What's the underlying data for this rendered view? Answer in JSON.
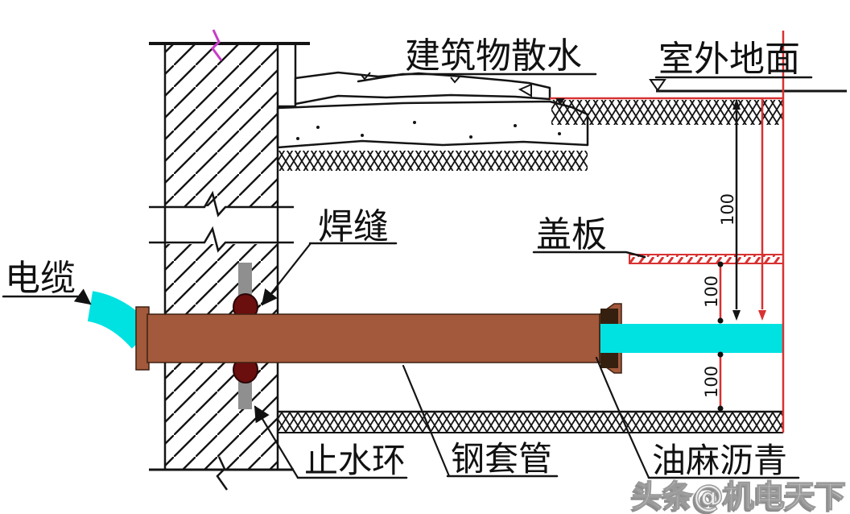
{
  "diagram": {
    "title_labels": {
      "apron": "建筑物散水",
      "outdoor_ground": "室外地面",
      "weld_seam": "焊缝",
      "cover_plate": "盖板",
      "cable": "电缆",
      "water_stop_ring": "止水环",
      "steel_sleeve": "钢套管",
      "oakum_asphalt": "油麻沥青"
    },
    "dimensions": {
      "ground_to_pipe": "100",
      "cover_to_pipe": "100",
      "pipe_to_trench": "100"
    },
    "watermark": "头条@机电天下",
    "colors": {
      "dimension_red": "#d83232",
      "cable_cyan": "#00e2e2",
      "pipe_brown": "#a3593b",
      "seal_dark_brown": "#35200f",
      "ring_gray": "#8f8f8f",
      "weld_dark_red": "#6b0e0e",
      "break_mark_magenta": "#c83cc8"
    }
  }
}
